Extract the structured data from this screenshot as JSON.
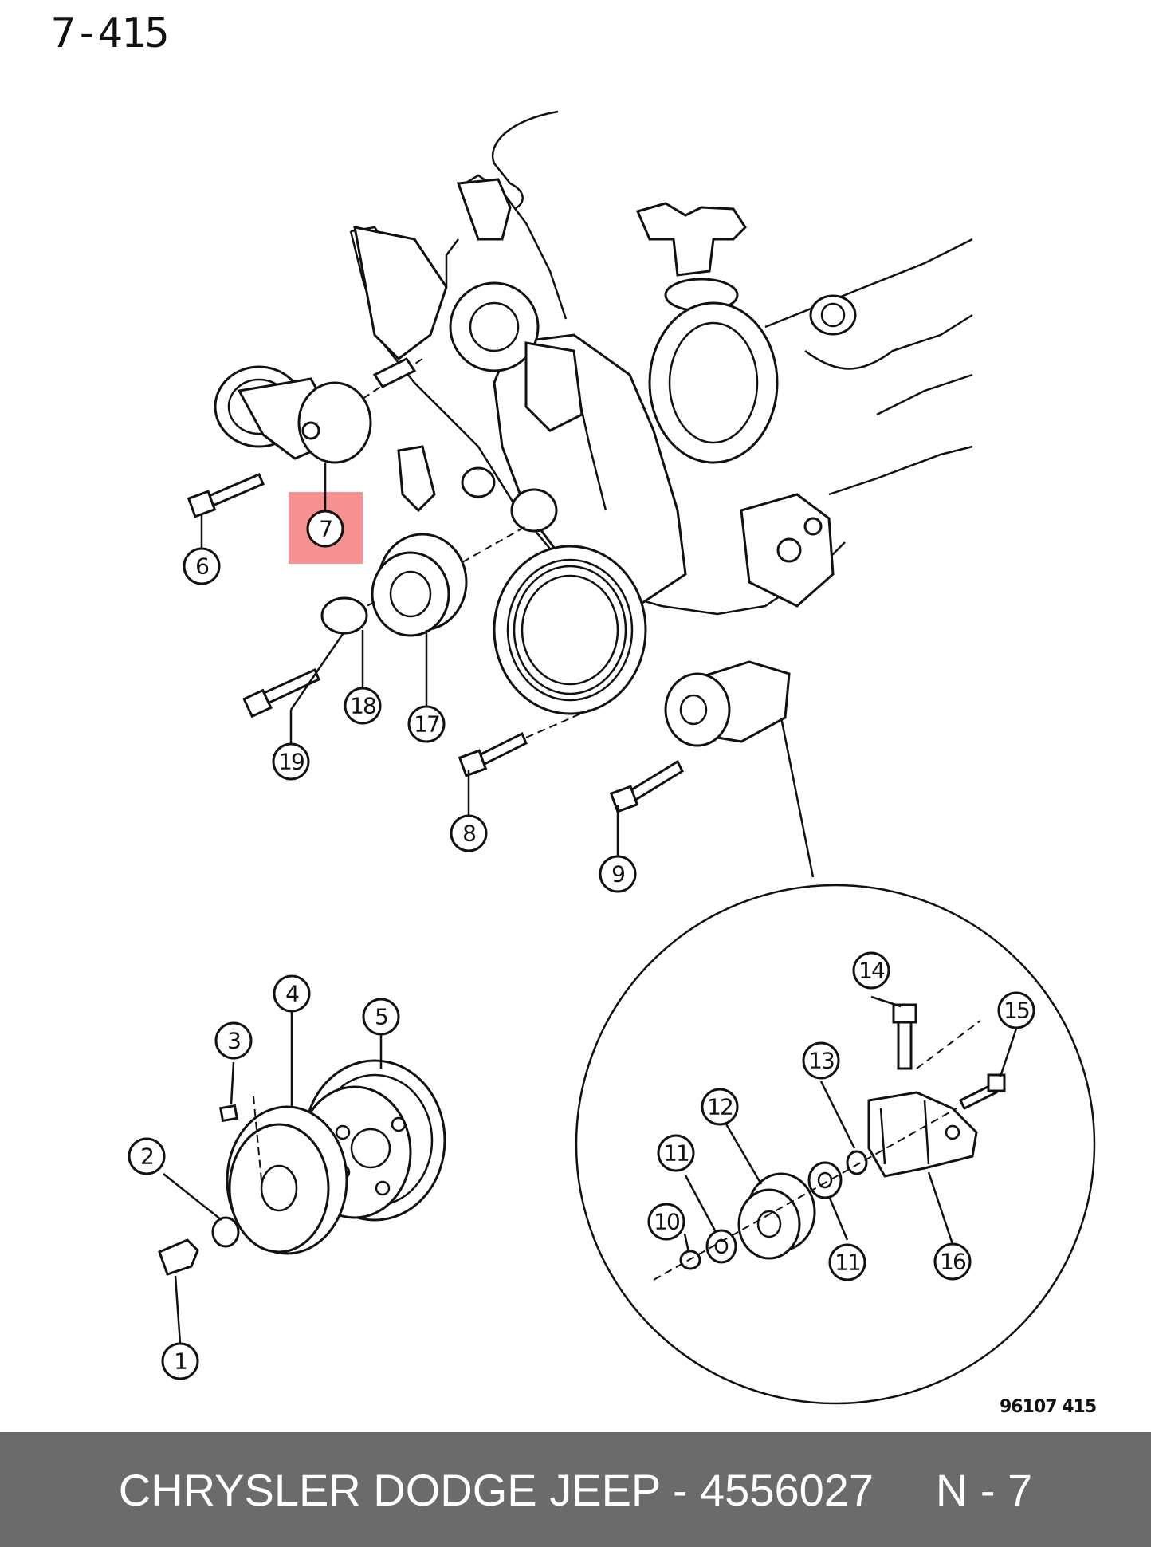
{
  "page": {
    "title": "7-415",
    "drawing_id": "96107 415"
  },
  "highlight": {
    "color": "#f47f7f",
    "part": "7"
  },
  "callouts": [
    "1",
    "2",
    "3",
    "4",
    "5",
    "6",
    "7",
    "8",
    "9",
    "10",
    "11",
    "11",
    "12",
    "13",
    "14",
    "15",
    "16",
    "17",
    "18",
    "19"
  ],
  "footer": {
    "text": "CHRYSLER DODGE JEEP - 4556027     N - 7",
    "background": "#6b6b6b"
  }
}
